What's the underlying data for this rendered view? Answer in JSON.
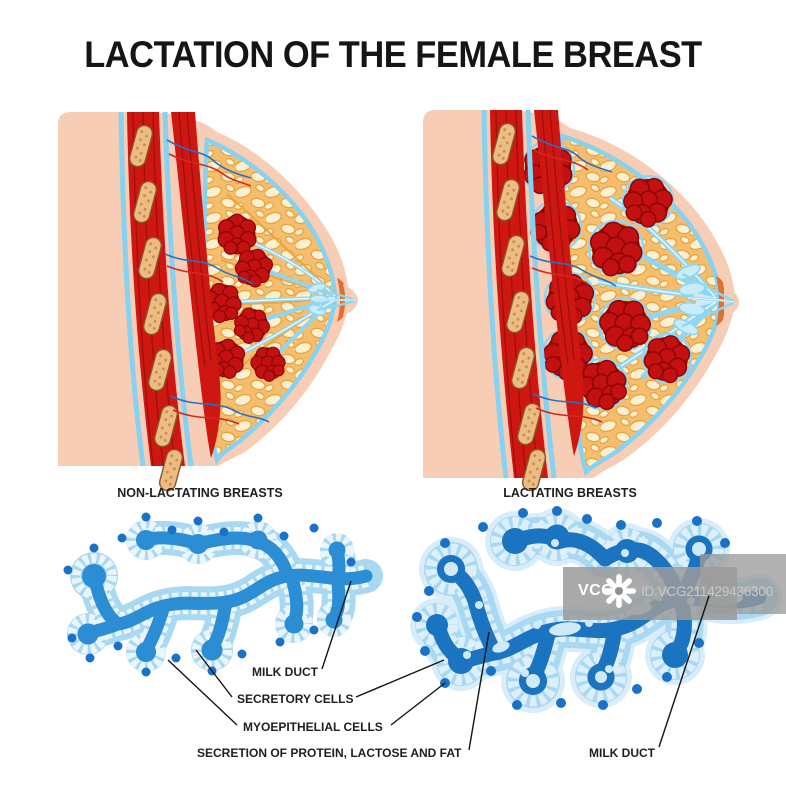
{
  "title": "LACTATION OF THE FEMALE BREAST",
  "figures": {
    "non_lactating_caption": "NON-LACTATING BREASTS",
    "lactating_caption": "LACTATING BREASTS"
  },
  "annotations": {
    "milk_duct_left": "MILK DUCT",
    "secretory_cells": "SECRETORY CELLS",
    "myoepithelial_cells": "MYOEPITHELIAL CELLS",
    "secretion": "SECRETION OF PROTEIN, LACTOSE AND FAT",
    "milk_duct_right": "MILK DUCT"
  },
  "watermark": {
    "logo_text": "VCG",
    "icon": "starburst-icon",
    "id_text": "ID:VCG211429436300"
  },
  "colors": {
    "skin": "#F8CDB6",
    "muscle": "#CE1711",
    "muscle_streak": "#9A0F0C",
    "bone": "#EDBC82",
    "bone_outline": "#8A5526",
    "bone_dots": "#C6905A",
    "fascia": "#86D2F0",
    "fat_base": "#F5BE6F",
    "fat_lobule": "#FCF0D2",
    "fat_outline": "#E9A33C",
    "gland": "#C31111",
    "gland_dark": "#8E0606",
    "duct": "#8ED6F2",
    "duct_core": "#EAF8FE",
    "sinus": "#C9ECFA",
    "nipple": "#E0702E",
    "vessel_red": "#D3281E",
    "vessel_blue": "#2B6FC4",
    "alv_halo": "#D8EDF9",
    "alv_wall": "#A9D8F2",
    "alv_cells": "#EAF6FC",
    "alv_cells_r": "#DCEFFA",
    "alv_lumen": "#2B8DD3",
    "alv_lumen_dark": "#1B74BF",
    "myoep": "#1A72C8",
    "milk": "#CFE9F8",
    "label": "#1F1F1F",
    "watermark_band": "#9B9B9B",
    "watermark_text": "#C9C9C9"
  }
}
